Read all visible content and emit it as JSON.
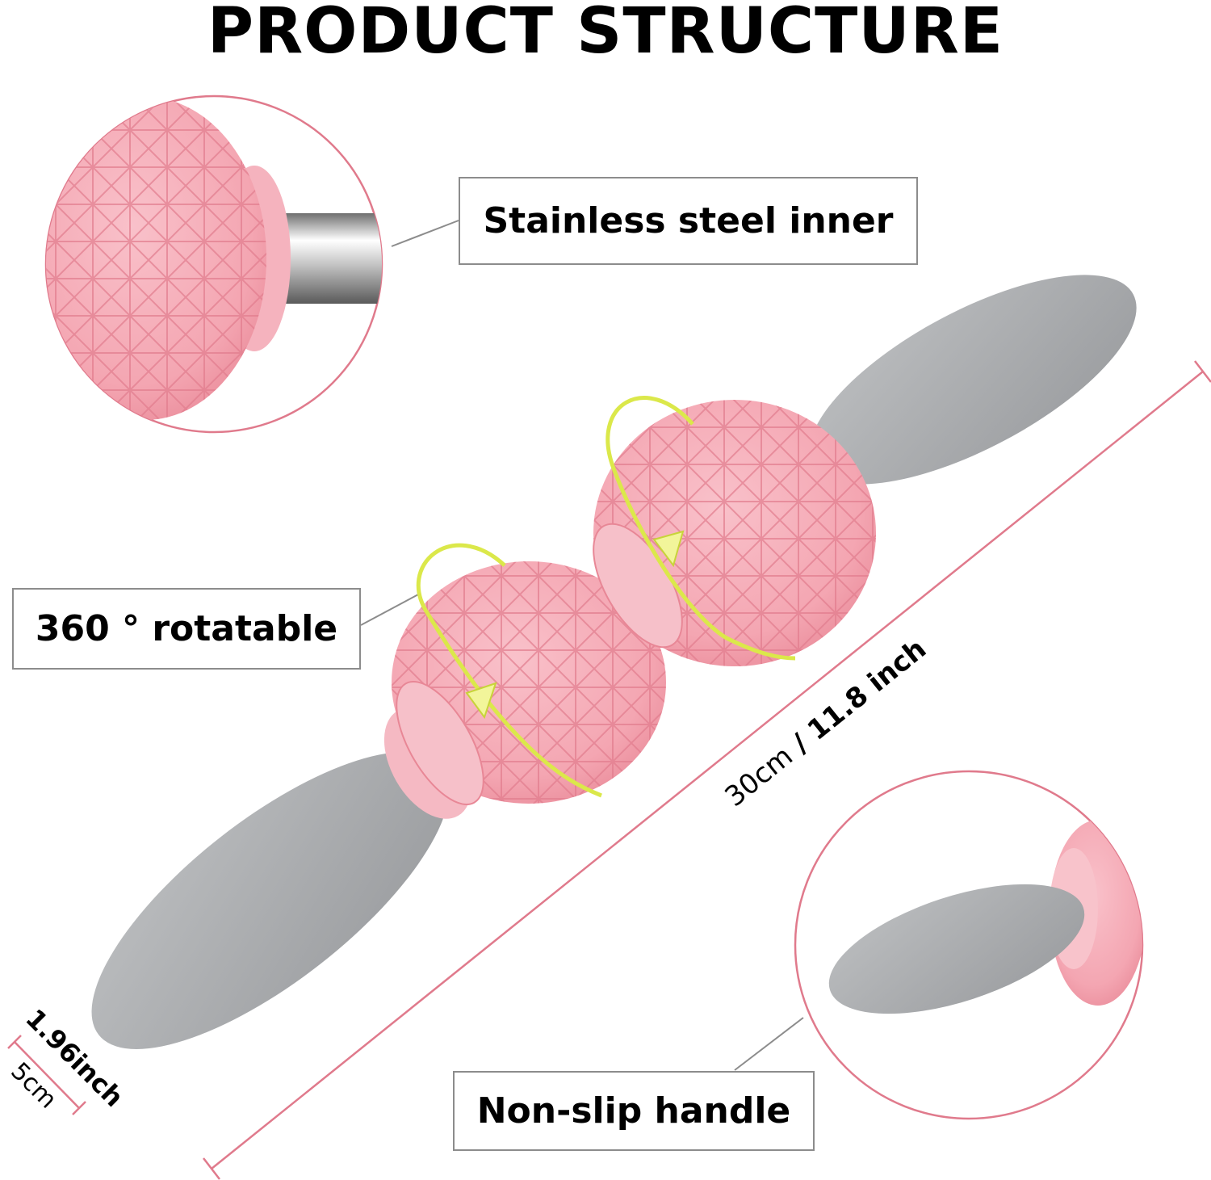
{
  "title": "PRODUCT STRUCTURE",
  "callouts": {
    "steel": "Stainless steel inner",
    "rotate": "360 ° rotatable",
    "handle": "Non-slip handle"
  },
  "dimensions": {
    "length_cm": "30cm",
    "length_sep": " / ",
    "length_inch": "11.8 inch",
    "width_inch": "1.96inch",
    "width_cm": "5cm"
  },
  "colors": {
    "pink": "#f4a6b2",
    "pink_dark": "#e88796",
    "gray": "#a7a9ac",
    "accent_line": "#e07a8c",
    "arrow": "#dbe84a"
  }
}
